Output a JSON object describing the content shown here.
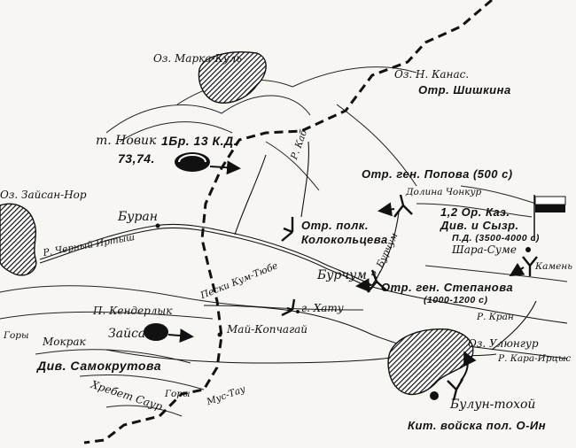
{
  "map": {
    "lakes": {
      "marka_kul": "Оз. Марка-Куль",
      "zaysan_nor": "Оз. Зайсан-Нор",
      "kanas": "Оз. Н. Канас.",
      "ulyungur": "Оз. Улюнгур"
    },
    "rivers": {
      "black_irtysh": "Р. Черный Иртыш",
      "kaba": "Р. Каб",
      "kran": "Р. Кран",
      "kara_irtysh": "Р. Кара-Ирцыс",
      "burchum_river": "Р. Бурчум"
    },
    "places": {
      "novik": "т. Новик",
      "buran": "Буран",
      "burchum": "Бурчум",
      "khatu": "г. Хату",
      "kenderlyk": "П. Кендерлык",
      "zaysan": "Зайсан",
      "mai_kopchagai": "Май-Копчагай",
      "shara_sume": "Шара-Суме",
      "kamen": "Камень",
      "bulun_tokhoi": "Булун-тохой",
      "dolina_chonkur": "Долина Чонкур"
    },
    "terrain": {
      "kum_tyube": "Пески Кум-Тюбе",
      "gory_left": "Горы",
      "mokrak": "Мокрак",
      "saur": "Хребет Саур",
      "gory_saur": "Горы",
      "mus_tau": "Мус-Тау"
    },
    "units": {
      "brigade": "1Бр. 13 К.Д.",
      "brigade_numbers": "73,74.",
      "shishkin": "Отр. Шишкина",
      "popov": "Отр. ген. Попова (500 с)",
      "kolokoltsev_1": "Отр. полк.",
      "kolokoltsev_2": "Колокольцева",
      "kaz_1": "1,2 Ор. Каз.",
      "kaz_2": "Див. и Сызр.",
      "kaz_3": "П.Д. (3500-4000 с)",
      "stepanov": "Отр. ген. Степанова",
      "stepanov_strength": "(1000-1200 с)",
      "samokrutov": "Див. Самокрутова",
      "chinese": "Кит. войска пол. О-Ин"
    }
  }
}
